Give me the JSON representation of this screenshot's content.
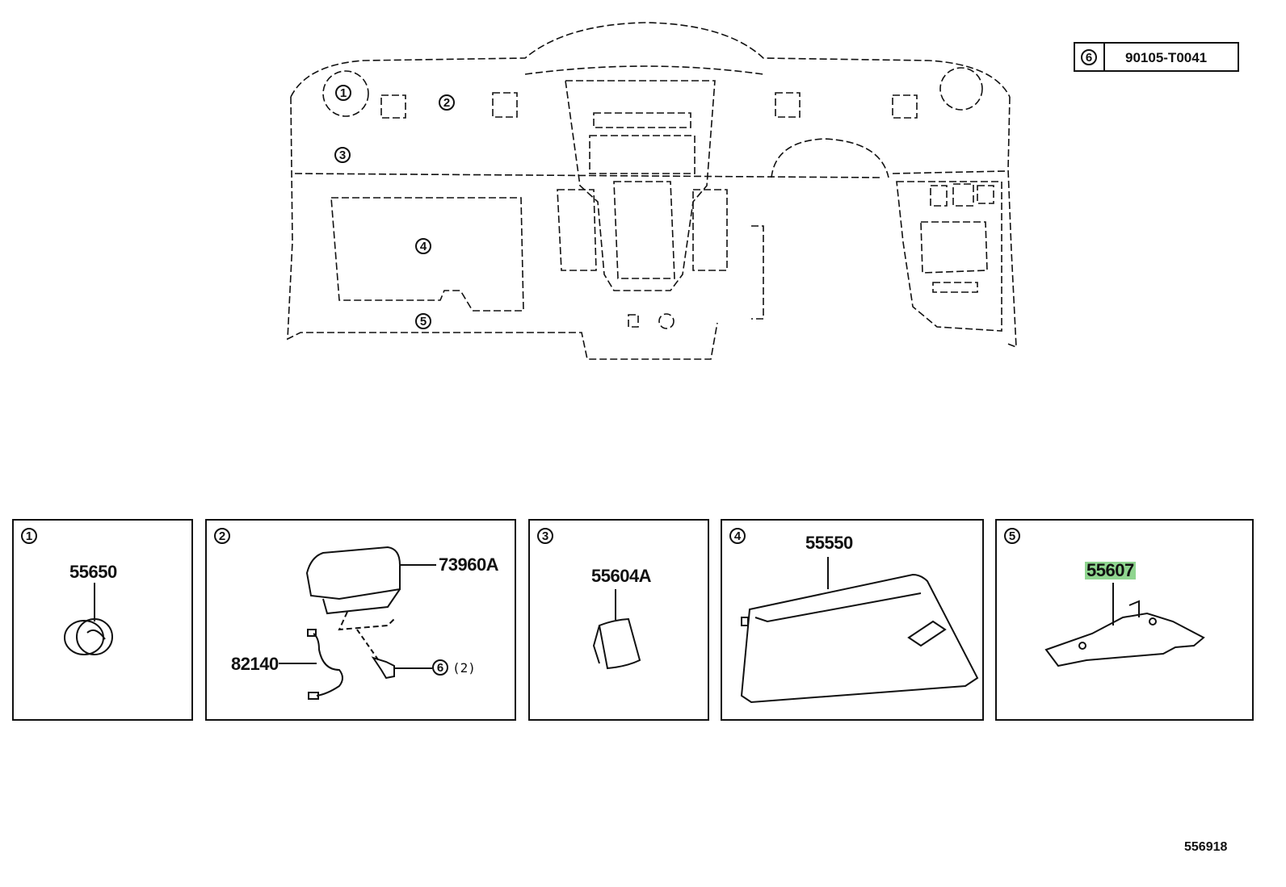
{
  "legend": {
    "circle": "6",
    "part_number": "90105-T0041"
  },
  "overview_callouts": [
    "1",
    "2",
    "3",
    "4",
    "5"
  ],
  "panels": [
    {
      "circle": "1",
      "parts": [
        "55650"
      ]
    },
    {
      "circle": "2",
      "parts": [
        "73960A",
        "82140"
      ],
      "ref_circle": "6",
      "ref_qty": "(2)"
    },
    {
      "circle": "3",
      "parts": [
        "55604A"
      ]
    },
    {
      "circle": "4",
      "parts": [
        "55550"
      ]
    },
    {
      "circle": "5",
      "parts": [
        "55607"
      ]
    }
  ],
  "highlight_color": "#8fd58f",
  "diagram_id": "556918"
}
